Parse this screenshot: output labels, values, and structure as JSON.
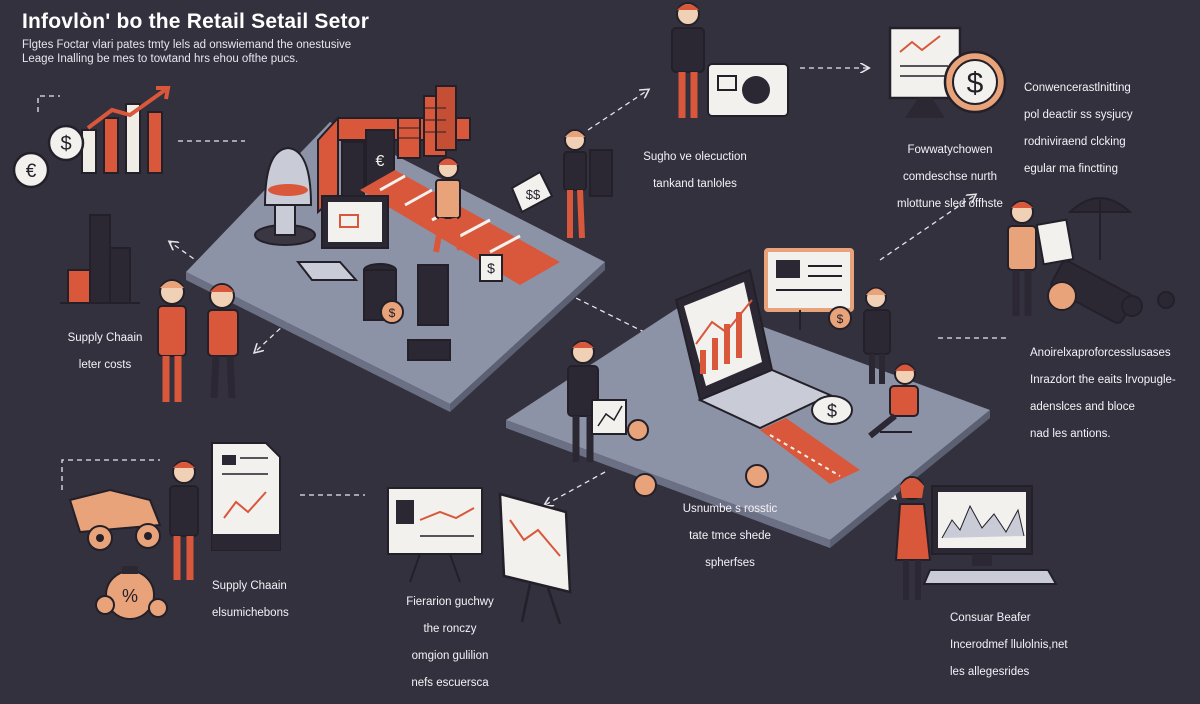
{
  "header": {
    "title": "Infovlòn' bo the Retail Setail Setor",
    "subtitle_line1": "Flgtes Foctar vlari pates tmty lels ad onswiemand the onestusive",
    "subtitle_line2": "Leage Inalling be mes to towtand hrs ehou ofthe pucs."
  },
  "captions": {
    "top_center": {
      "line1": "Sugho ve olecuction",
      "line2": "tankand tanloles"
    },
    "top_right_mid": {
      "line1": "Fowwatychowen",
      "line2": "comdeschse nurth",
      "line3": "mlottune sled offhste"
    },
    "top_right": {
      "line1": "Conwencerastlnitting",
      "line2": "pol deactir ss sysjucy",
      "line3": "rodniviraend clcking",
      "line4": "egular ma finctting"
    },
    "left_mid": {
      "line1": "Supply Chaain",
      "line2": "leter costs"
    },
    "right_mid": {
      "line1": "Anoirelxaproforcesslusases",
      "line2": "Inrazdort the eaits lrvopugle-",
      "line3": "adenslces and bloce",
      "line4": "nad les antions."
    },
    "bottom_left": {
      "line1": "Supply Chaain",
      "line2": "elsumichebons"
    },
    "bottom_center_left": {
      "line1": "Fierarion guchwy",
      "line2": "the ronczy",
      "line3": "omgion gulilion",
      "line4": "nefs escuersca"
    },
    "bottom_center": {
      "line1": "Usnumbe s rosstic",
      "line2": "tate tmce shede",
      "line3": "spherfses"
    },
    "bottom_right": {
      "line1": "Consuar Beafer",
      "line2": "Incerodmef llulolnis,net",
      "line3": "les allegesrides"
    }
  },
  "icons": [
    "euro-coin-icon",
    "dollar-coin-icon",
    "growth-chart-icon",
    "bar-chart-icon",
    "percent-coin-icon",
    "dollar-tag-icon",
    "monitor-chart-icon",
    "laptop-chart-icon",
    "easel-chart-icon",
    "document-chart-icon",
    "cart-icon",
    "umbrella-icon",
    "coin-stack-icon"
  ],
  "colors": {
    "background": "#34313f",
    "accent_orange": "#d9573a",
    "platform": "#8d93a6",
    "ink": "#232029",
    "paper": "#f3f1ee"
  }
}
